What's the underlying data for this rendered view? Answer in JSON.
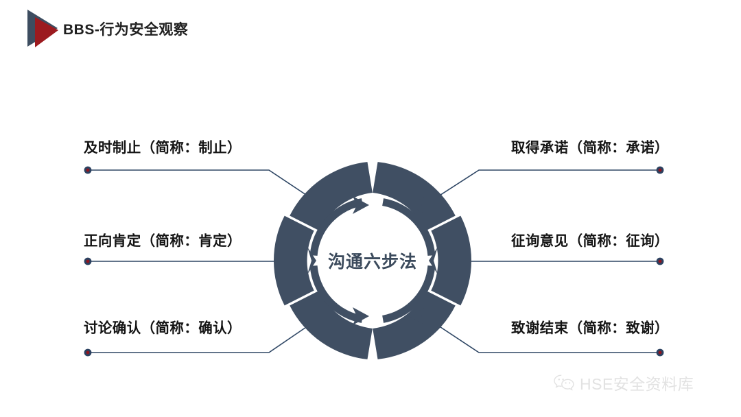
{
  "header": {
    "title": "BBS-行为安全观察",
    "logo_icon": "triangle-play-logo"
  },
  "diagram": {
    "center_caption": "沟通六步法",
    "ring_color": "#40506380",
    "accent_colors": {
      "ring": "#404f63",
      "line": "#2e4664",
      "dot_ring": "#2b4160",
      "dot_core": "#8f1620",
      "logo_dark": "#3d4d60",
      "logo_red": "#9c1a1f",
      "text": "#141414",
      "center_text": "#3b4a5c"
    },
    "steps": [
      {
        "id": "zhizhi",
        "label": "及时制止（简称：制止）",
        "side": "left",
        "position": "top"
      },
      {
        "id": "kending",
        "label": "正向肯定（简称：肯定）",
        "side": "left",
        "position": "middle"
      },
      {
        "id": "queren",
        "label": "讨论确认（简称：确认）",
        "side": "left",
        "position": "bottom"
      },
      {
        "id": "chengnuo",
        "label": "取得承诺（简称：承诺）",
        "side": "right",
        "position": "top"
      },
      {
        "id": "zhengxun",
        "label": "征询意见（简称：征询）",
        "side": "right",
        "position": "middle"
      },
      {
        "id": "zhixie",
        "label": "致谢结束（简称：致谢）",
        "side": "right",
        "position": "bottom"
      }
    ]
  },
  "watermark": {
    "icon": "wechat-icon",
    "text": "HSE安全资料库"
  }
}
